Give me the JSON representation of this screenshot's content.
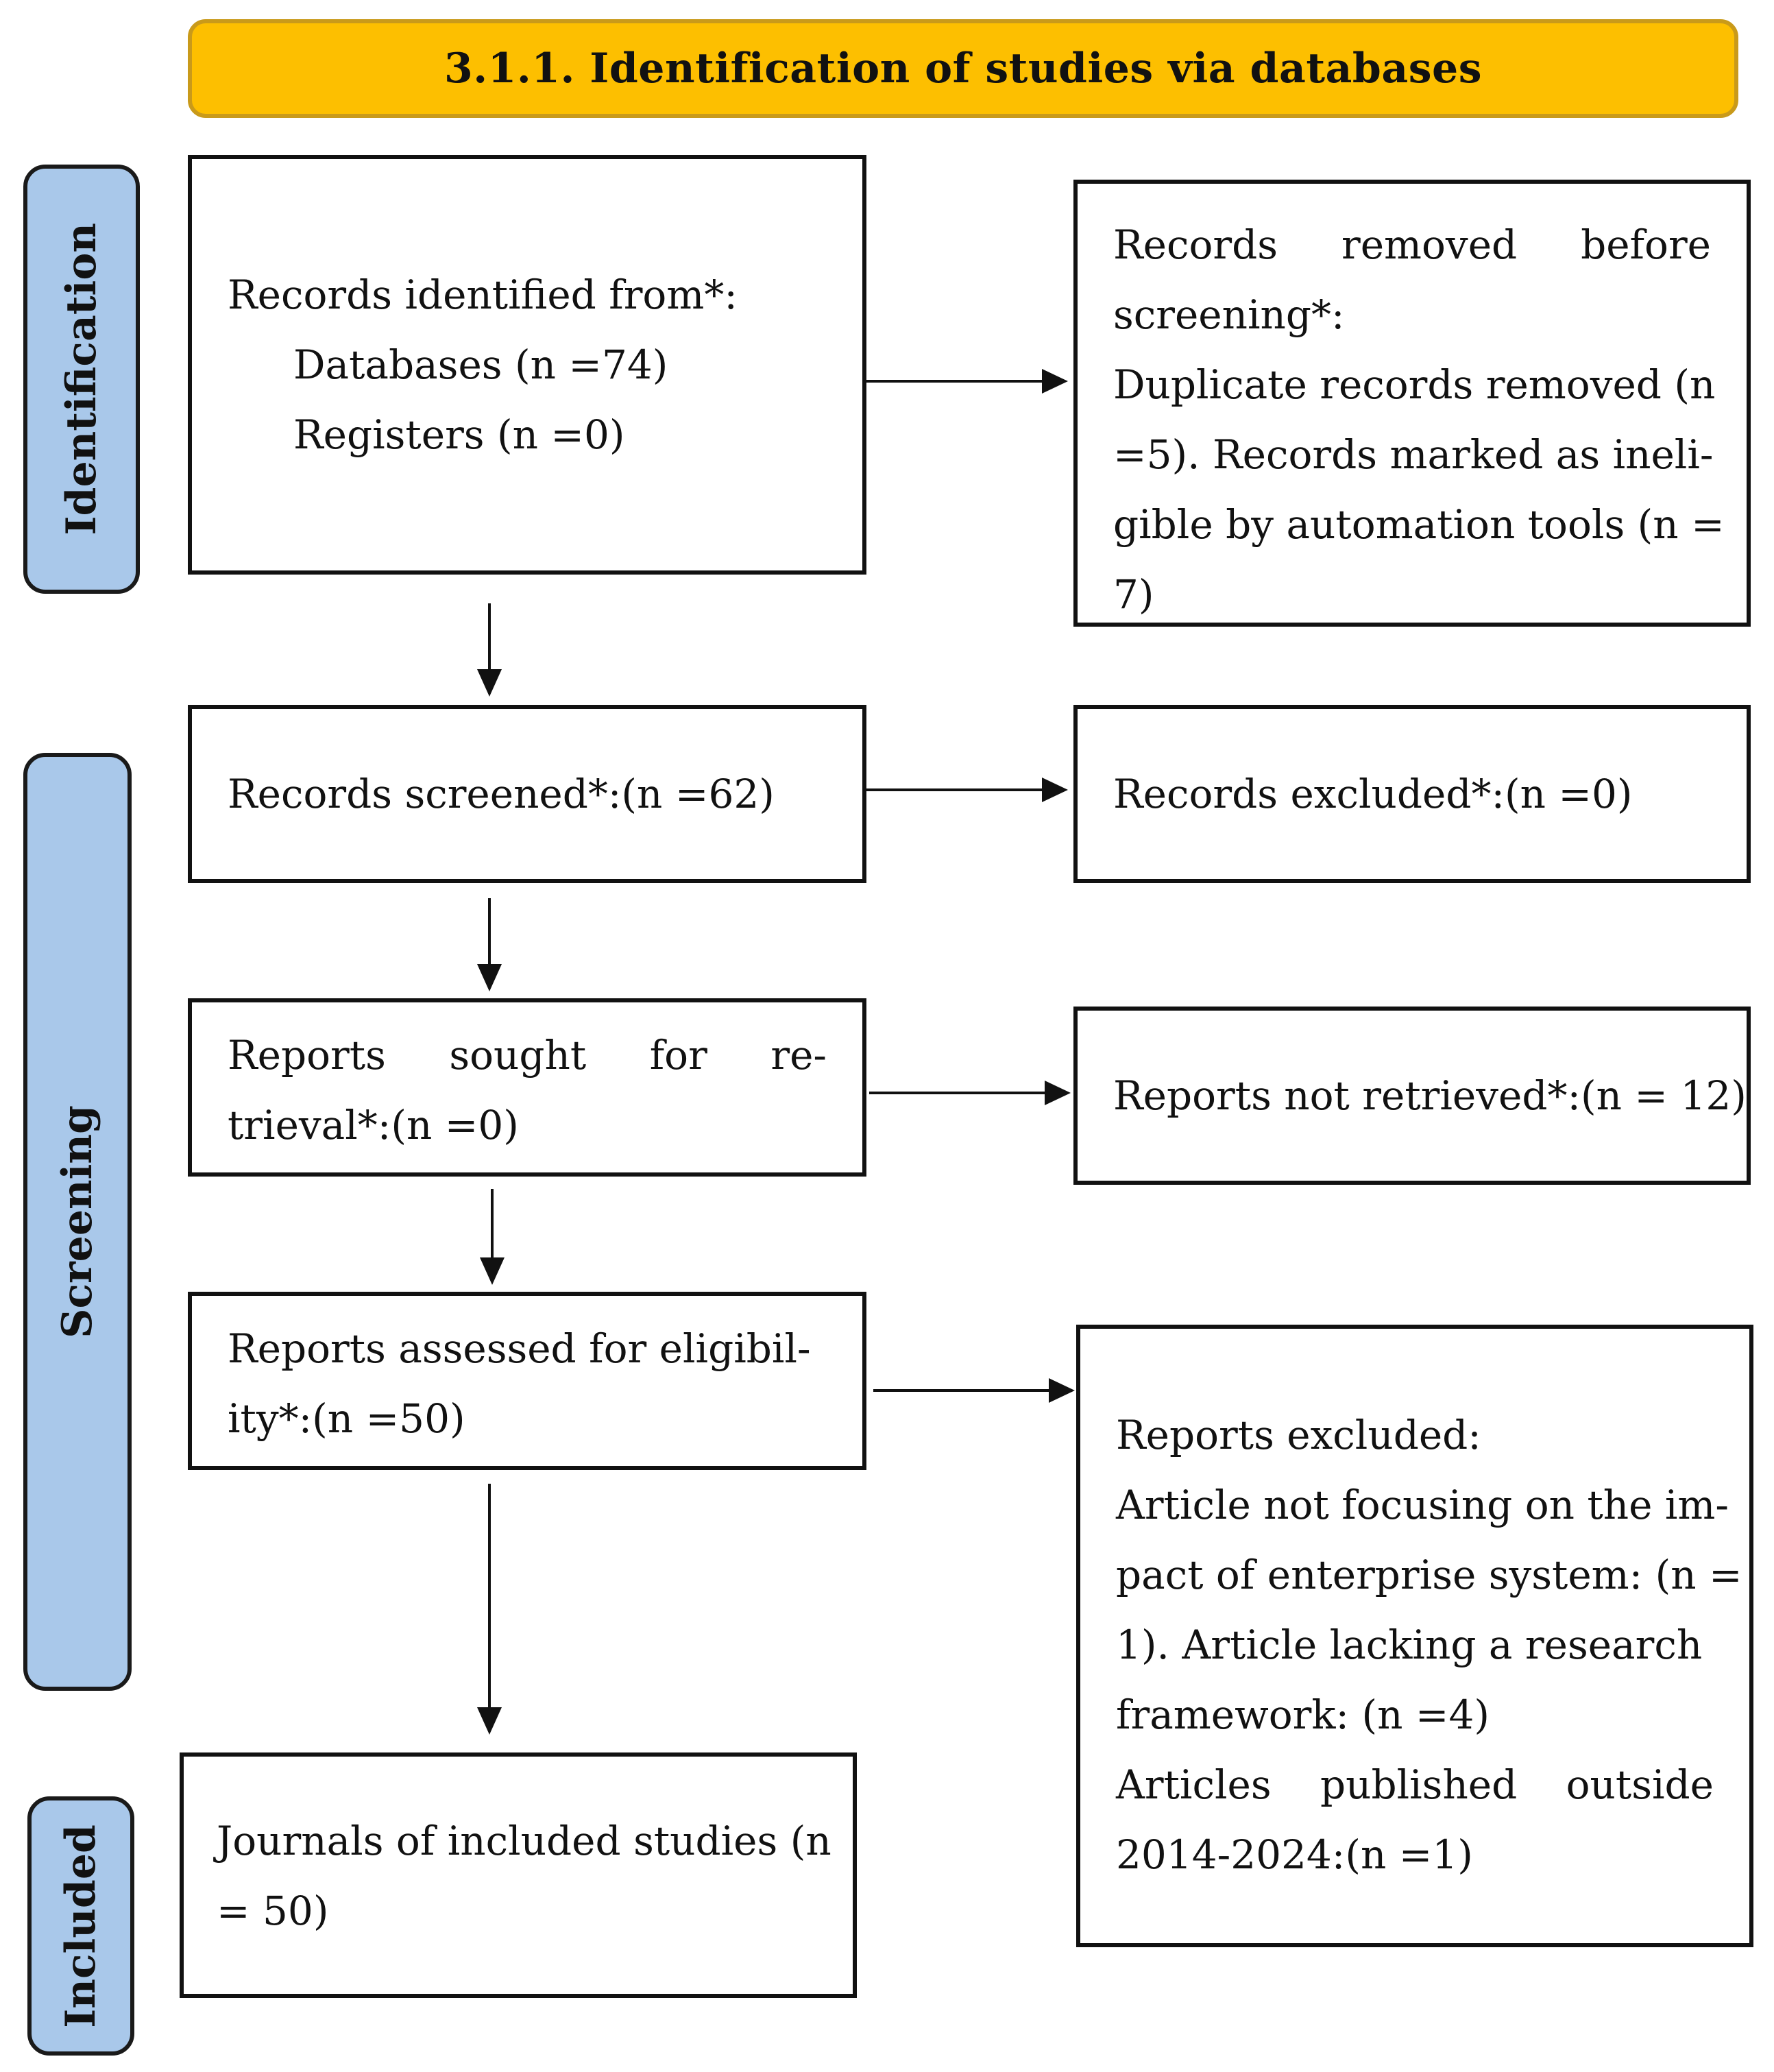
{
  "header": {
    "title": "3.1.1. Identification of studies via databases"
  },
  "phases": {
    "identification": "Identification",
    "screening": "Screening",
    "included": "Included"
  },
  "boxes": {
    "identified": {
      "line1": "Records identified from*:",
      "line2": "Databases (n =74)",
      "line3": "Registers (n =0)"
    },
    "removed": {
      "line1_words": [
        "Records",
        "removed",
        "before"
      ],
      "line2": "screening*:",
      "line3": "Duplicate records removed (n",
      "line4": "=5). Records marked as ineli-",
      "line5": "gible by automation tools (n =",
      "line6": "7)"
    },
    "screened": {
      "line1": "Records screened*:(n =62)"
    },
    "excluded": {
      "line1": "Records excluded*:(n =0)"
    },
    "sought": {
      "line1_words": [
        "Reports",
        "sought",
        "for",
        "re-"
      ],
      "line2": "trieval*:(n =0)"
    },
    "not_retrieved": {
      "line1": "Reports not retrieved*:(n = 12)"
    },
    "assessed": {
      "line1": "Reports assessed for eligibil-",
      "line2": "ity*:(n =50)"
    },
    "reports_excluded": {
      "line1": "Reports excluded:",
      "line2": "Article not focusing on the im-",
      "line3": "pact of enterprise system: (n =",
      "line4": "1). Article lacking a research",
      "line5": "framework: (n =4)",
      "line6_words": [
        "Articles",
        "published",
        "outside"
      ],
      "line7": "2014-2024:(n =1)"
    },
    "included": {
      "line1": "Journals of included studies (n",
      "line2": "= 50)"
    }
  },
  "colors": {
    "header_fill": "#fdbf00",
    "phase_fill": "#a9c8ea",
    "stroke": "#111111"
  }
}
